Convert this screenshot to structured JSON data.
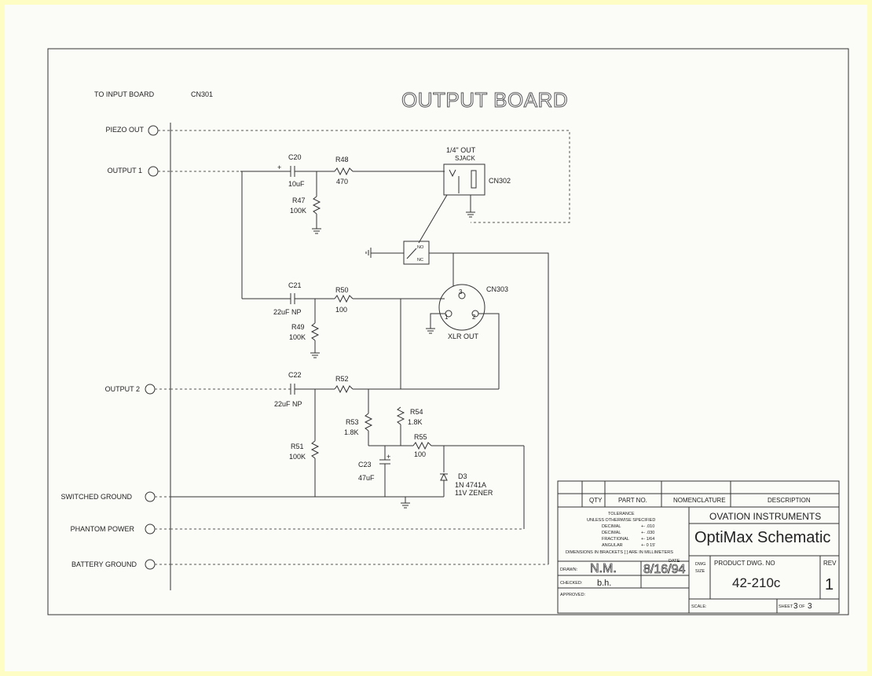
{
  "title": "OUTPUT BOARD",
  "connector_header": {
    "to_input_board": "TO INPUT BOARD",
    "cn301": "CN301"
  },
  "inputs": {
    "piezo_out": "PIEZO OUT",
    "output1": "OUTPUT 1",
    "output2": "OUTPUT 2",
    "switched_ground": "SWITCHED GROUND",
    "phantom_power": "PHANTOM POWER",
    "battery_ground": "BATTERY GROUND"
  },
  "components": {
    "c20": {
      "ref": "C20",
      "value": "10uF"
    },
    "r48": {
      "ref": "R48",
      "value": "470"
    },
    "r47": {
      "ref": "R47",
      "value": "100K"
    },
    "jack": {
      "title": "1/4\" OUT",
      "type": "SJACK",
      "ref": "CN302"
    },
    "switch": {
      "no": "NO",
      "nc": "NC"
    },
    "c21": {
      "ref": "C21",
      "value": "22uF NP"
    },
    "r50": {
      "ref": "R50",
      "value": "100"
    },
    "r49": {
      "ref": "R49",
      "value": "100K"
    },
    "xlr": {
      "ref": "CN303",
      "label": "XLR OUT",
      "pin1": "1",
      "pin2": "2",
      "pin3": "3"
    },
    "c22": {
      "ref": "C22",
      "value": "22uF NP"
    },
    "r52": {
      "ref": "R52"
    },
    "r53": {
      "ref": "R53",
      "value": "1.8K"
    },
    "r54": {
      "ref": "R54",
      "value": "1.8K"
    },
    "r55": {
      "ref": "R55",
      "value": "100"
    },
    "r51": {
      "ref": "R51",
      "value": "100K"
    },
    "c23": {
      "ref": "C23",
      "value": "47uF"
    },
    "d3": {
      "ref": "D3",
      "part": "1N 4741A",
      "desc": "11V ZENER"
    }
  },
  "title_block": {
    "headers": {
      "qty": "QTY",
      "part_no": "PART NO.",
      "nomenclature": "NOMENCLATURE",
      "description": "DESCRIPTION"
    },
    "tolerance": {
      "title": "TOLERANCE",
      "subtitle": "UNLESS OTHERWISE SPECIFIED",
      "decimal1": "DECIMAL",
      "decimal1_val": "+- .010",
      "decimal2": "DECIMAL",
      "decimal2_val": "+- .030",
      "fractional": "FRACTIONAL",
      "fractional_val": "+- 1/64",
      "angular": "ANGULAR",
      "angular_val": "+- 0 15'",
      "note": "DIMENSIONS IN BRACKETS [ ] ARE IN MILLIMETERS"
    },
    "company": "OVATION INSTRUMENTS",
    "drawing_title": "OptiMax Schematic",
    "drawn_label": "DRAWN:",
    "drawn_value": "N.M.",
    "date_label": "DATE",
    "date_value": "8/16/94",
    "checked_label": "CHECKED:",
    "checked_value": "b.h.",
    "approved_label": "APPROVED:",
    "dwg_size_label1": "DWG",
    "dwg_size_label2": "SIZE",
    "product_dwg_label": "PRODUCT DWG. NO",
    "product_dwg_value": "42-210c",
    "rev_label": "REV",
    "rev_value": "1",
    "scale_label": "SCALE:",
    "sheet_label": "SHEET",
    "sheet_value": "3",
    "sheet_of": "OF",
    "sheet_total": "3"
  }
}
